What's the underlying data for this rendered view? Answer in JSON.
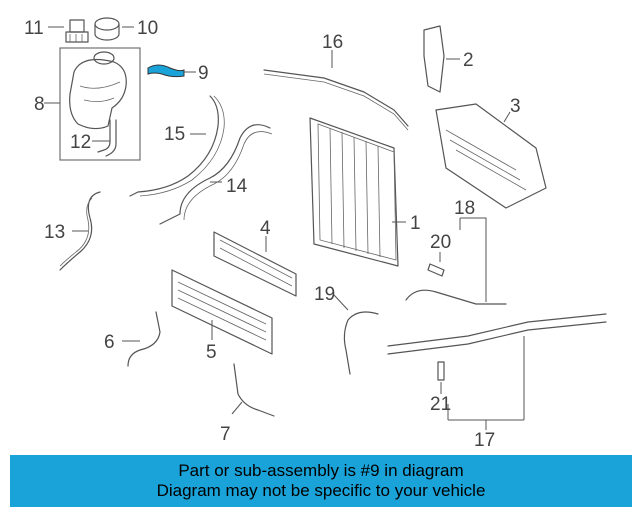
{
  "callouts": {
    "c1": "1",
    "c2": "2",
    "c3": "3",
    "c4": "4",
    "c5": "5",
    "c6": "6",
    "c7": "7",
    "c8": "8",
    "c9": "9",
    "c10": "10",
    "c11": "11",
    "c12": "12",
    "c13": "13",
    "c14": "14",
    "c15": "15",
    "c16": "16",
    "c17": "17",
    "c18": "18",
    "c19": "19",
    "c20": "20",
    "c21": "21"
  },
  "highlight_color": "#1aa3d9",
  "banner": {
    "line1": "Part or sub-assembly is #9 in diagram",
    "line2": "Diagram may not be specific to your vehicle"
  }
}
